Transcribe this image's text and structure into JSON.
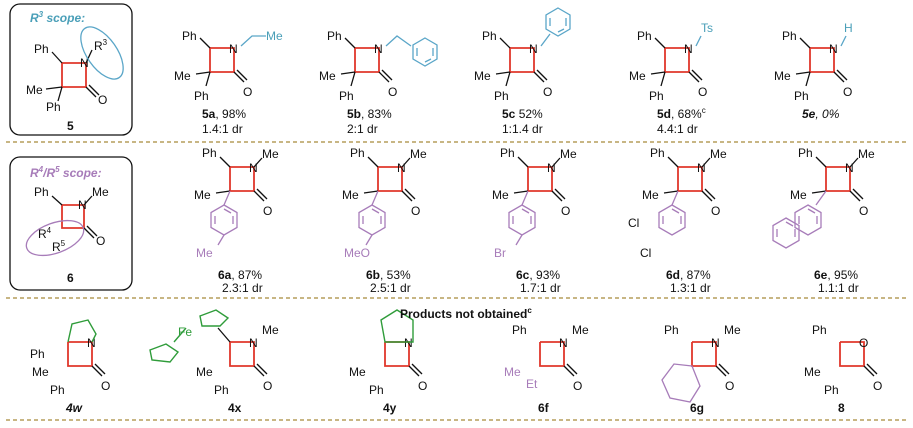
{
  "sections": {
    "r3": {
      "title": "R³ scope:",
      "title_base": "R",
      "title_sup": "3",
      "title_rest": " scope:",
      "core_label": "5",
      "core_atoms": {
        "ph1": "Ph",
        "ph2": "Ph",
        "me": "Me",
        "n": "N",
        "o": "O",
        "r": "R",
        "r_sup": "3"
      }
    },
    "r45": {
      "title_a": "R",
      "title_a_sup": "4",
      "title_b": "/R",
      "title_b_sup": "5",
      "title_rest": " scope:",
      "core_label": "6",
      "core_atoms": {
        "ph": "Ph",
        "me": "Me",
        "n": "N",
        "o": "O",
        "r4": "R",
        "r4_sup": "4",
        "r5": "R",
        "r5_sup": "5"
      }
    },
    "bottom_heading": "Products not obtained",
    "bottom_heading_sup": "c"
  },
  "row1": [
    {
      "id": "5a",
      "yield": ", 98%",
      "dr": "1.4:1 dr",
      "substituent": "Me"
    },
    {
      "id": "5b",
      "yield": ", 83%",
      "dr": "2:1 dr"
    },
    {
      "id": "5c",
      "yield": " 52%",
      "dr": "1:1.4 dr"
    },
    {
      "id": "5d",
      "yield": ", 68%",
      "yield_sup": "c",
      "dr": "4.4:1 dr",
      "substituent": "Ts"
    },
    {
      "id": "5e",
      "yield": ", 0%",
      "substituent": "H"
    }
  ],
  "row2": [
    {
      "id": "6a",
      "yield": ", 87%",
      "dr": "2.3:1 dr",
      "substituent": "Me"
    },
    {
      "id": "6b",
      "yield": ", 53%",
      "dr": "2.5:1 dr",
      "substituent": "MeO"
    },
    {
      "id": "6c",
      "yield": ", 93%",
      "dr": "1.7:1 dr",
      "substituent": "Br"
    },
    {
      "id": "6d",
      "yield": ", 87%",
      "dr": "1.3:1 dr",
      "substituent": "Cl"
    },
    {
      "id": "6e",
      "yield": ", 95%",
      "dr": "1.1:1 dr"
    }
  ],
  "row3": [
    {
      "id": "4w"
    },
    {
      "id": "4x",
      "metal": "Fe"
    },
    {
      "id": "4y"
    },
    {
      "id": "6f",
      "substituents": [
        "Me",
        "Et"
      ]
    },
    {
      "id": "6g"
    },
    {
      "id": "8"
    }
  ],
  "atoms": {
    "ph": "Ph",
    "me": "Me",
    "n": "N",
    "o": "O"
  }
}
